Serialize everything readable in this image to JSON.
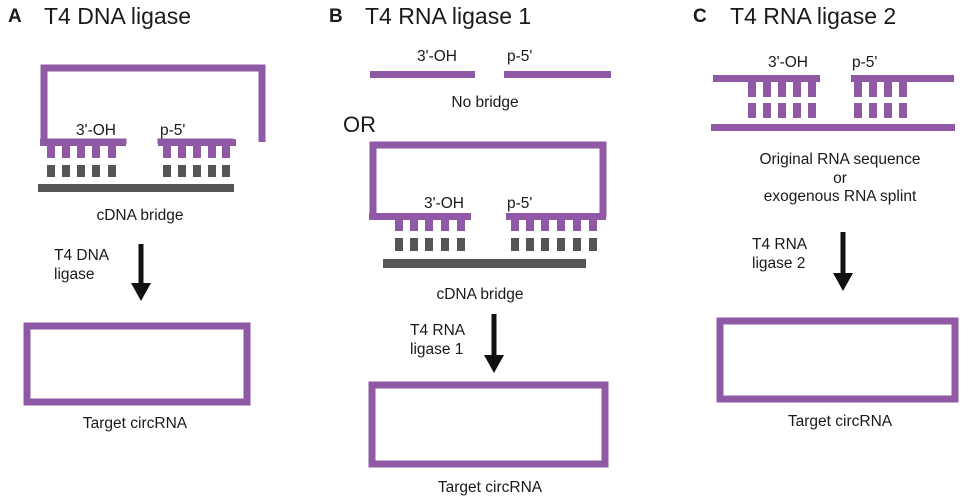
{
  "colors": {
    "strand": "#8F59A6",
    "dna": "#555555",
    "arrow": "#111111",
    "text": "#1a1a1a"
  },
  "panels": {
    "a": {
      "letter": "A",
      "title": "T4 DNA ligase",
      "end_3": "3'-OH",
      "end_5": "p-5'",
      "bridge": "cDNA bridge",
      "enzyme": "T4 DNA\nligase",
      "product": "Target circRNA"
    },
    "b": {
      "letter": "B",
      "title": "T4 RNA ligase 1",
      "end_3_top": "3'-OH",
      "end_5_top": "p-5'",
      "no_bridge": "No bridge",
      "or": "OR",
      "end_3": "3'-OH",
      "end_5": "p-5'",
      "bridge": "cDNA bridge",
      "enzyme": "T4 RNA\nligase 1",
      "product": "Target circRNA"
    },
    "c": {
      "letter": "C",
      "title": "T4 RNA ligase 2",
      "end_3": "3'-OH",
      "end_5": "p-5'",
      "splint": "Original RNA sequence\nor\nexogenous RNA splint",
      "enzyme": "T4 RNA\nligase 2",
      "product": "Target circRNA"
    }
  }
}
